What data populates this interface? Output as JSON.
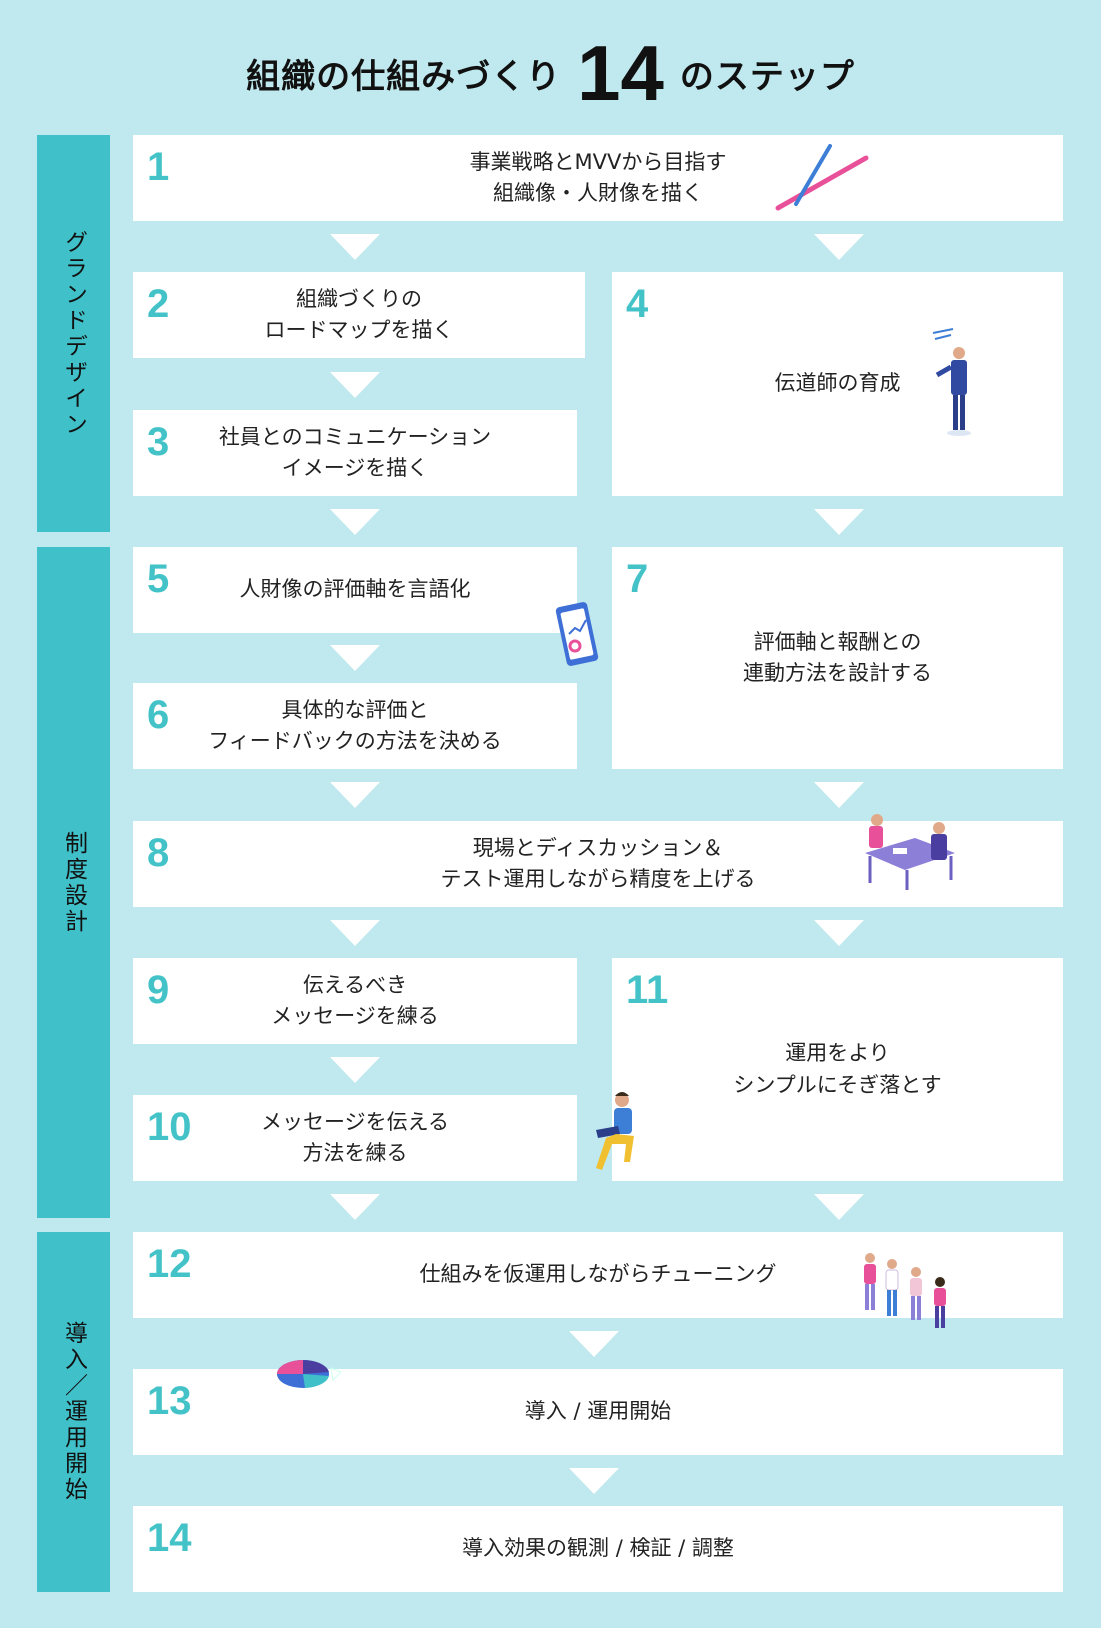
{
  "title": {
    "pre": "組織の仕組みづくり",
    "num": "14",
    "post": "のステップ"
  },
  "phases": {
    "grand_design": "グランドデザイン",
    "system_design": "制度設計",
    "introduction": "導入／運用開始"
  },
  "steps": [
    {
      "num": "1",
      "lines": [
        "事業戦略とMVVから目指す",
        "組織像・人財像を描く"
      ]
    },
    {
      "num": "2",
      "lines": [
        "組織づくりの",
        "ロードマップを描く"
      ]
    },
    {
      "num": "3",
      "lines": [
        "社員とのコミュニケーション",
        "イメージを描く"
      ]
    },
    {
      "num": "4",
      "lines": [
        "伝道師の育成"
      ]
    },
    {
      "num": "5",
      "lines": [
        "人財像の評価軸を言語化"
      ]
    },
    {
      "num": "6",
      "lines": [
        "具体的な評価と",
        "フィードバックの方法を決める"
      ]
    },
    {
      "num": "7",
      "lines": [
        "評価軸と報酬との",
        "連動方法を設計する"
      ]
    },
    {
      "num": "8",
      "lines": [
        "現場とディスカッション＆",
        "テスト運用しながら精度を上げる"
      ]
    },
    {
      "num": "9",
      "lines": [
        "伝えるべき",
        "メッセージを練る"
      ]
    },
    {
      "num": "10",
      "lines": [
        "メッセージを伝える",
        "方法を練る"
      ]
    },
    {
      "num": "11",
      "lines": [
        "運用をより",
        "シンプルにそぎ落とす"
      ]
    },
    {
      "num": "12",
      "lines": [
        "仕組みを仮運用しながらチューニング"
      ]
    },
    {
      "num": "13",
      "lines": [
        "導入 / 運用開始"
      ]
    },
    {
      "num": "14",
      "lines": [
        "導入効果の観測 / 検証 / 調整"
      ]
    }
  ],
  "colors": {
    "background": "#bfe9ee",
    "accent": "#40c1c9",
    "number": "#43c3c8",
    "box": "#ffffff"
  }
}
